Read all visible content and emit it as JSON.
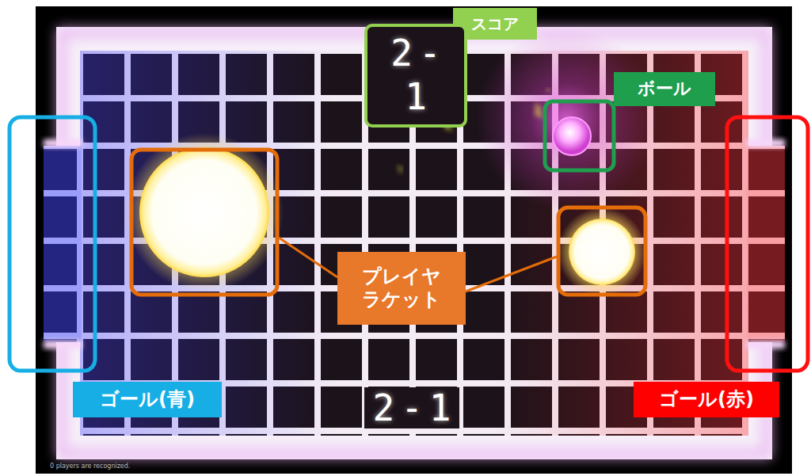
{
  "diagram": {
    "nodes": [
      {
        "text": [
          "スコア"
        ]
      },
      {
        "text": [
          "2-1"
        ]
      },
      {
        "text": [
          "ボール"
        ]
      },
      {
        "text": [
          "プレイヤ ラケット"
        ]
      },
      {
        "text": [
          "ゴール(青)"
        ]
      },
      {
        "text": [
          "ゴール(赤)"
        ]
      }
    ],
    "labels": [
      "2-1",
      "0 players are recognized."
    ]
  }
}
